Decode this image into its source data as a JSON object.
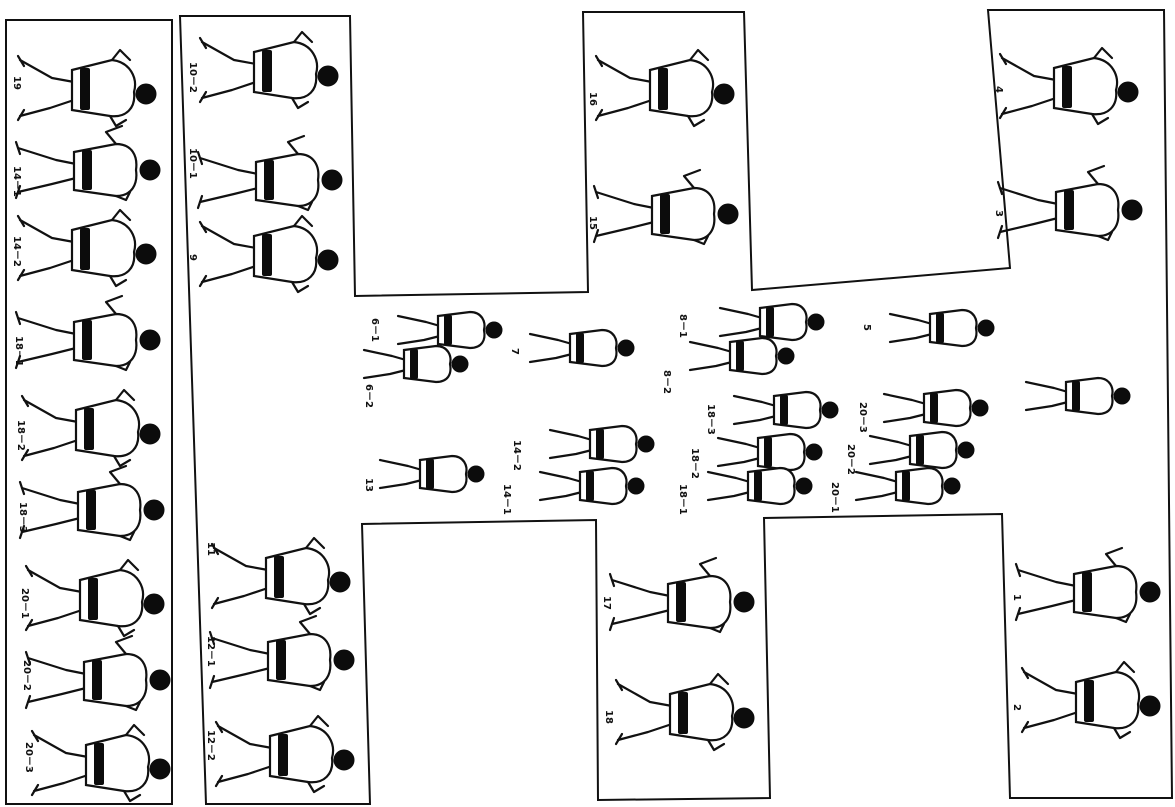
{
  "steps": {
    "s1": "1",
    "s2": "2",
    "s3": "3",
    "s4": "4",
    "s5": "5",
    "s6_1": "6－1",
    "s6_2": "6－2",
    "s7": "7",
    "s8_1": "8－1",
    "s8_2": "8－2",
    "s9": "9",
    "s10_1": "10－1",
    "s10_2": "10－2",
    "s11": "11",
    "s12_1": "12－1",
    "s12_2": "12－2",
    "s13": "13",
    "s14_1": "14－1",
    "s14_2": "14－2",
    "s15": "15",
    "s16": "16",
    "s17": "17",
    "s18": "18",
    "s19": "19",
    "s18_1": "18－1",
    "s18_2": "18－2",
    "s18_3": "18－3",
    "s20_1": "20－1",
    "s20_2": "20－2",
    "s20_3": "20－3"
  },
  "colors": {
    "ink": "#111111",
    "paper": "#ffffff"
  }
}
